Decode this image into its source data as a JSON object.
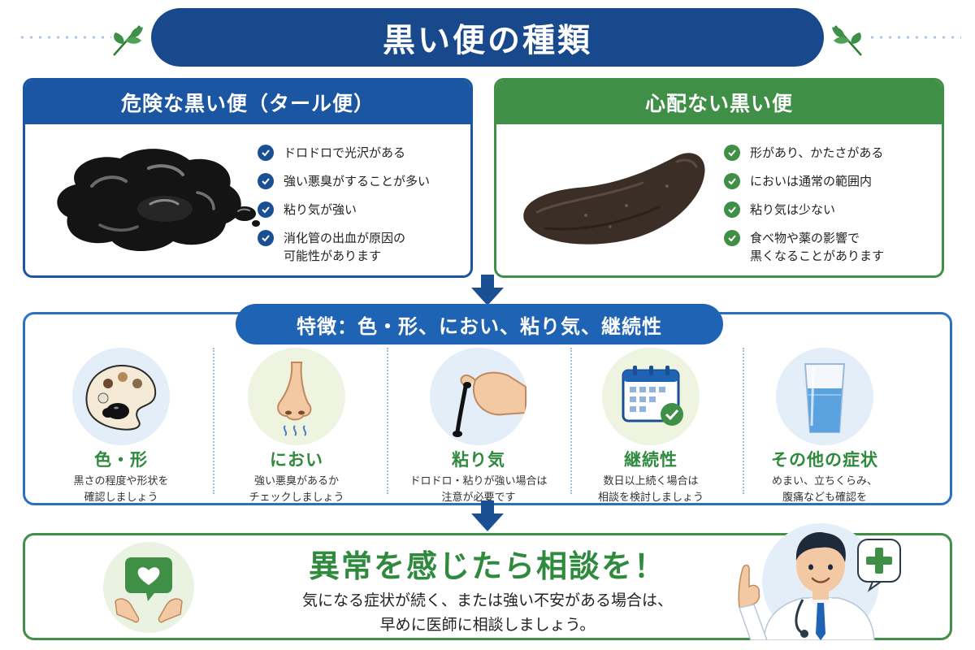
{
  "header": {
    "title": "黒い便の種類"
  },
  "danger_panel": {
    "title": "危険な黒い便（タール便）",
    "items": [
      "ドロドロで光沢がある",
      "強い悪臭がすることが多い",
      "粘り気が強い",
      "消化管の出血が原因の",
      "可能性があります"
    ]
  },
  "safe_panel": {
    "title": "心配ない黒い便",
    "items": [
      "形があり、かたさがある",
      "においは通常の範囲内",
      "粘り気は少ない",
      "食べ物や薬の影響で",
      "黒くなることがあります"
    ]
  },
  "features": {
    "title": "特徴：色・形、におい、粘り気、継続性",
    "items": [
      {
        "title": "色・形",
        "desc1": "黒さの程度や形状を",
        "desc2": "確認しましょう"
      },
      {
        "title": "におい",
        "desc1": "強い悪臭があるか",
        "desc2": "チェックしましょう"
      },
      {
        "title": "粘り気",
        "desc1": "ドロドロ・粘りが強い場合は",
        "desc2": "注意が必要です"
      },
      {
        "title": "継続性",
        "desc1": "数日以上続く場合は",
        "desc2": "相談を検討しましょう"
      },
      {
        "title": "その他の症状",
        "desc1": "めまい、立ちくらみ、",
        "desc2": "腹痛なども確認を"
      }
    ]
  },
  "cta": {
    "title": "異常を感じたら相談を！",
    "line1": "気になる症状が続く、または強い不安がある場合は、",
    "line2": "早めに医師に相談しましょう。"
  },
  "colors": {
    "navy": "#17498c",
    "blue": "#1a56a2",
    "green": "#3f8f47"
  }
}
